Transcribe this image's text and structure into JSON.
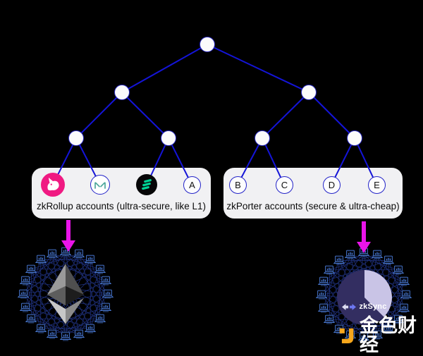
{
  "diagram": {
    "boxes": {
      "left": {
        "label": "zkRollup accounts (ultra-secure, like L1)"
      },
      "right": {
        "label": "zkPorter accounts (secure & ultra-cheap)"
      }
    },
    "tree": {
      "leaf_letters": [
        "A",
        "B",
        "C",
        "D",
        "E"
      ],
      "left_leaf_icons": [
        "uniswap-icon",
        "maker-icon",
        "compound-icon"
      ]
    },
    "networks": {
      "left": {
        "node_count": 20,
        "center": "ethereum-logo"
      },
      "right": {
        "node_count": 20,
        "center": "zksync-logo",
        "center_label": "zkSync"
      }
    }
  },
  "watermark": {
    "text": "金色财经"
  },
  "colors": {
    "edge_blue": "#1414d8",
    "arrow_magenta": "#ea14ea",
    "laptop_blue": "#4a7bd5",
    "mesh_blue": "#1e2f78",
    "box_bg": "#f1f1f3",
    "uniswap_pink": "#f01a82",
    "maker_teal": "#4fa89b",
    "compound_green": "#00d395",
    "zksync_dark": "#332e61",
    "zksync_light": "#c9c4e6",
    "zksync_arrow_blue": "#6e78f2",
    "jinse_orange": "#f7a71c"
  }
}
